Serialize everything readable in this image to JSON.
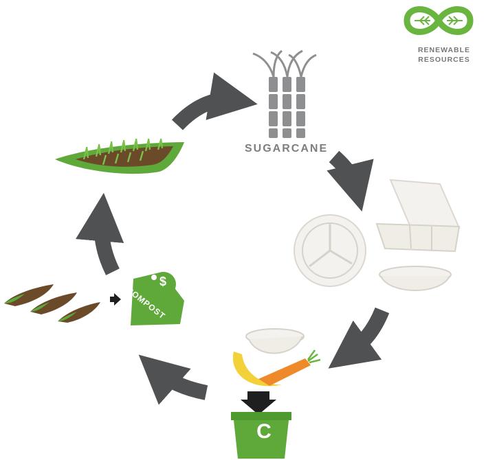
{
  "labels": {
    "sugarcane": "SUGARCANE",
    "renewable_line1": "RENEWABLE",
    "renewable_line2": "RESOURCES",
    "compost": "COMPOST",
    "bin_letter": "C",
    "tag_symbol": "$"
  },
  "colors": {
    "green": "#5fa83a",
    "dark_green": "#3f8a25",
    "arrow_gray": "#4f5152",
    "cane_gray": "#8d8f91",
    "soil": "#6b4a2a",
    "plate": "#f4f2ee",
    "banana": "#f2d13b",
    "carrot": "#ee8a2a"
  },
  "icons": [
    "infinity-leaf-icon",
    "sugarcane-icon",
    "field-icon",
    "tableware-icon",
    "food-waste-icon",
    "compost-bin-icon",
    "compost-tag-icon",
    "soil-strips-icon"
  ]
}
